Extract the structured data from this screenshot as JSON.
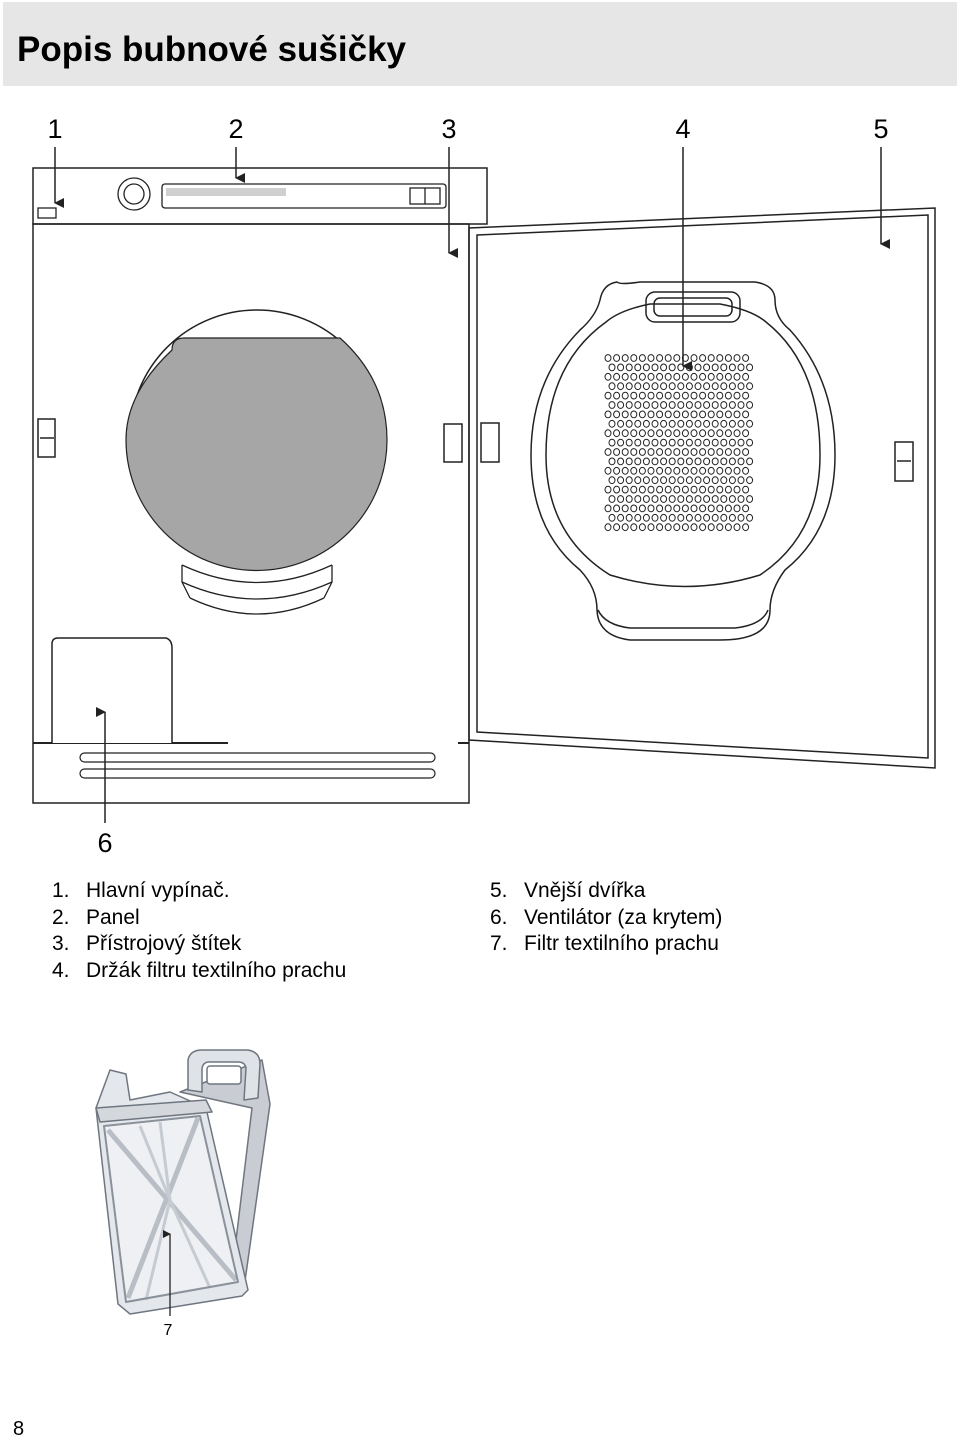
{
  "page": {
    "title": "Popis bubnové sušičky",
    "page_number": "8"
  },
  "callouts": [
    "1",
    "2",
    "3",
    "4",
    "5",
    "6",
    "7"
  ],
  "legend": {
    "left": [
      {
        "num": "1.",
        "text": "Hlavní vypínač."
      },
      {
        "num": "2.",
        "text": "Panel"
      },
      {
        "num": "3.",
        "text": "Přístrojový štítek"
      },
      {
        "num": "4.",
        "text": "Držák filtru textilního prachu"
      }
    ],
    "right": [
      {
        "num": "5.",
        "text": "Vnější dvířka"
      },
      {
        "num": "6.",
        "text": "Ventilátor (za krytem)"
      },
      {
        "num": "7.",
        "text": "Filtr textilního prachu"
      }
    ]
  },
  "colors": {
    "header_bg": "#e6e6e6",
    "drum_gray": "#a6a6a6",
    "line": "#222222"
  }
}
